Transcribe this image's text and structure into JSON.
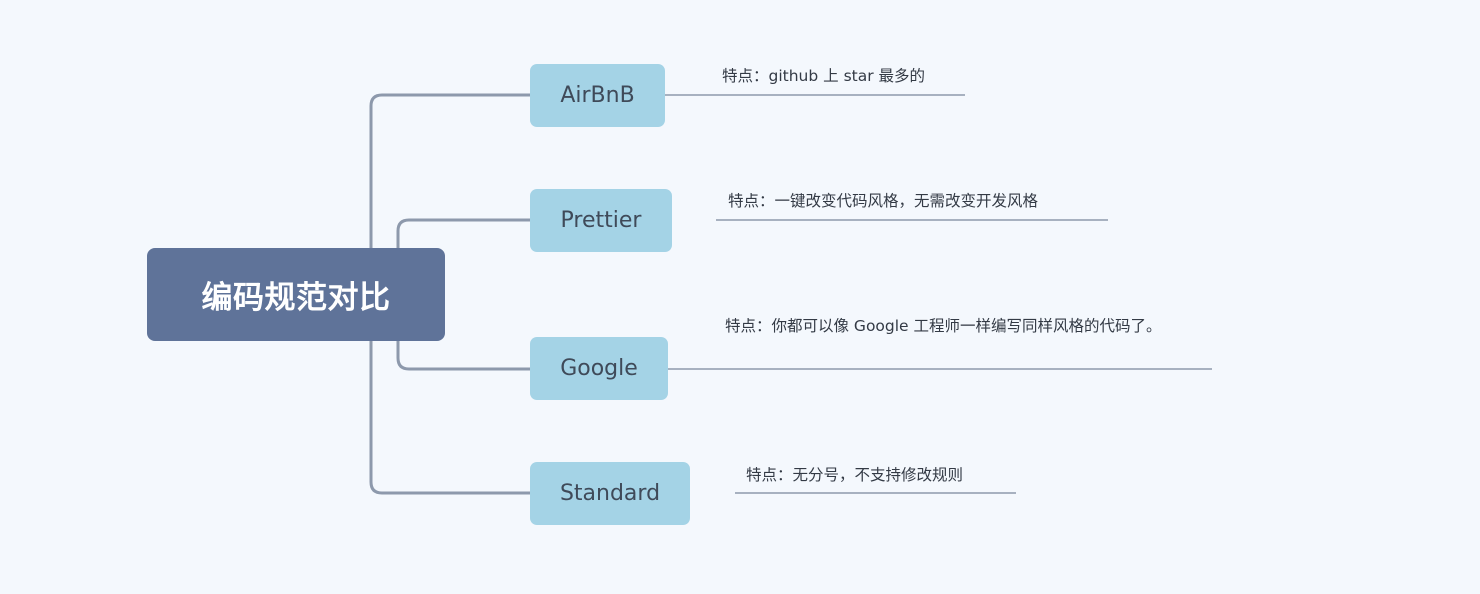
{
  "colors": {
    "background": "#f4f8fd",
    "root_fill": "#5f7399",
    "root_text": "#ffffff",
    "branch_fill": "#a4d3e6",
    "branch_text": "#3f4a59",
    "connector": "#8d99ac",
    "note_text": "#333a45"
  },
  "root": {
    "label": "编码规范对比"
  },
  "branches": [
    {
      "label": "AirBnB",
      "note": "特点：github 上 star 最多的"
    },
    {
      "label": "Prettier",
      "note": "特点：一键改变代码风格，无需改变开发风格"
    },
    {
      "label": "Google",
      "note": "特点：你都可以像 Google 工程师一样编写同样风格的代码了。"
    },
    {
      "label": "Standard",
      "note": "特点：无分号，不支持修改规则"
    }
  ]
}
